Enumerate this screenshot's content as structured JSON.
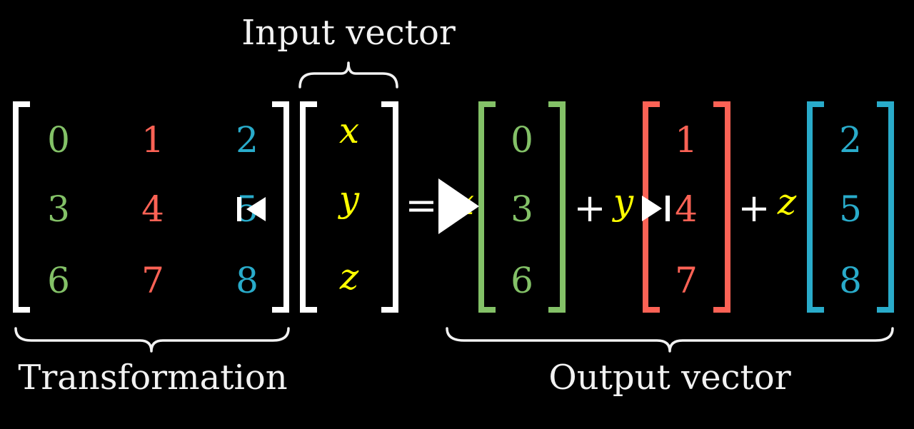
{
  "colors": {
    "background": "#000000",
    "white": "#ffffff",
    "label": "#f2f2f2",
    "green": "#83c167",
    "red": "#fc6255",
    "blue": "#29abca",
    "yellow": "#ffff00"
  },
  "labels": {
    "input_vector": "Input vector",
    "transformation": "Transformation",
    "output_vector": "Output vector"
  },
  "matrix": {
    "col1": [
      "0",
      "3",
      "6"
    ],
    "col2": [
      "1",
      "4",
      "7"
    ],
    "col3": [
      "2",
      "5",
      "8"
    ]
  },
  "input_vector": [
    "x",
    "y",
    "z"
  ],
  "equation": {
    "equals": "=",
    "plus1": "+",
    "plus2": "+",
    "coef_x": "x",
    "coef_y": "y",
    "coef_z": "z"
  },
  "output_columns": {
    "green": [
      "0",
      "3",
      "6"
    ],
    "red": [
      "1",
      "4",
      "7"
    ],
    "blue": [
      "2",
      "5",
      "8"
    ]
  },
  "controls": {
    "previous": "previous-icon",
    "play": "play-icon",
    "next": "next-icon"
  }
}
